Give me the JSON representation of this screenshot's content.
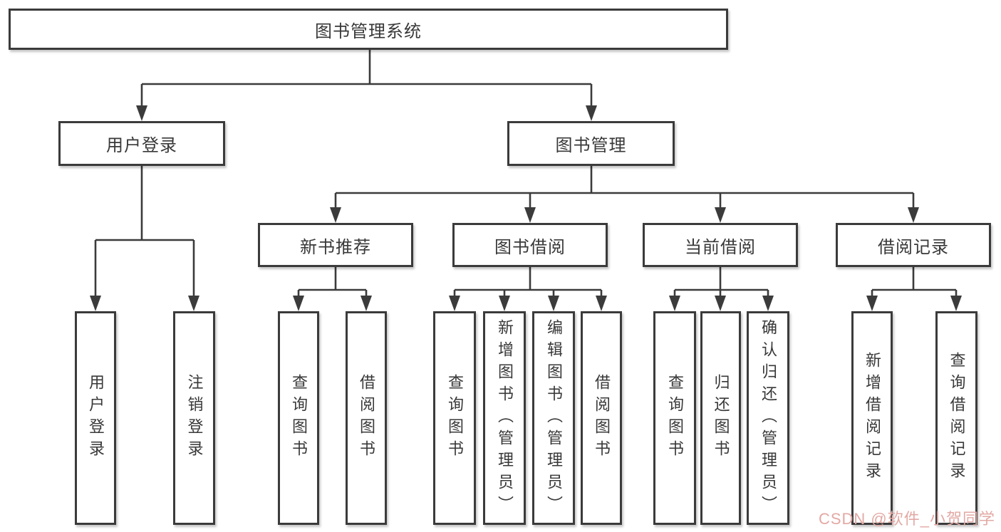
{
  "colors": {
    "line": "#3b3b3b",
    "text": "#383838",
    "box_background": "#ffffff",
    "page_background": "#ffffff",
    "watermark": "#e2a9a4"
  },
  "watermark": {
    "text": "CSDN @软件_小贺同学"
  },
  "tree": {
    "root": {
      "label": "图书管理系统"
    },
    "branches": [
      {
        "label": "用户登录",
        "children": [
          {
            "label": "用户登录"
          },
          {
            "label": "注销登录"
          }
        ]
      },
      {
        "label": "图书管理",
        "children": [
          {
            "label": "新书推荐",
            "children": [
              {
                "label": "查询图书"
              },
              {
                "label": "借阅图书"
              }
            ]
          },
          {
            "label": "图书借阅",
            "children": [
              {
                "label": "查询图书"
              },
              {
                "label": "新增图书（管理员）"
              },
              {
                "label": "编辑图书（管理员）"
              },
              {
                "label": "借阅图书"
              }
            ]
          },
          {
            "label": "当前借阅",
            "children": [
              {
                "label": "查询图书"
              },
              {
                "label": "归还图书"
              },
              {
                "label": "确认归还（管理员）"
              }
            ]
          },
          {
            "label": "借阅记录",
            "children": [
              {
                "label": "新增借阅记录"
              },
              {
                "label": "查询借阅记录"
              }
            ]
          }
        ]
      }
    ]
  }
}
